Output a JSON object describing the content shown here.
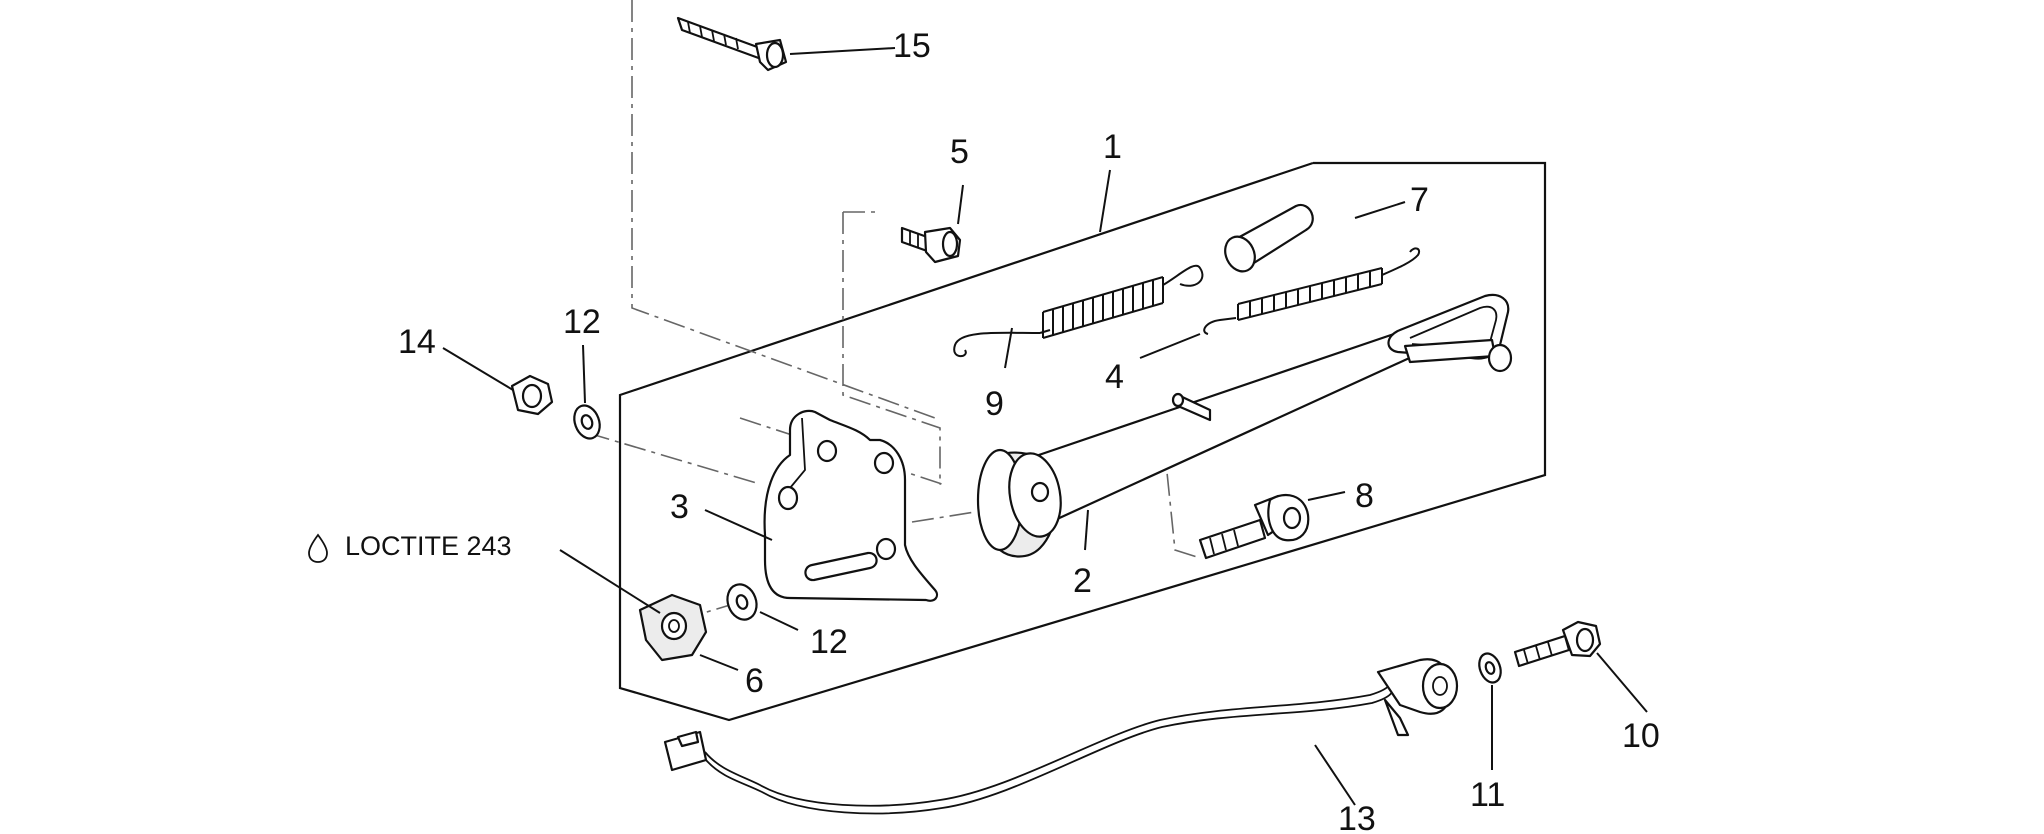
{
  "diagram": {
    "note": "LOCTITE 243",
    "callouts": [
      {
        "id": "c1",
        "label": "1"
      },
      {
        "id": "c2",
        "label": "2"
      },
      {
        "id": "c3",
        "label": "3"
      },
      {
        "id": "c4",
        "label": "4"
      },
      {
        "id": "c5",
        "label": "5"
      },
      {
        "id": "c6",
        "label": "6"
      },
      {
        "id": "c7",
        "label": "7"
      },
      {
        "id": "c8",
        "label": "8"
      },
      {
        "id": "c9",
        "label": "9"
      },
      {
        "id": "c10",
        "label": "10"
      },
      {
        "id": "c11",
        "label": "11"
      },
      {
        "id": "c12a",
        "label": "12"
      },
      {
        "id": "c12b",
        "label": "12"
      },
      {
        "id": "c13",
        "label": "13"
      },
      {
        "id": "c14",
        "label": "14"
      },
      {
        "id": "c15",
        "label": "15"
      }
    ]
  }
}
